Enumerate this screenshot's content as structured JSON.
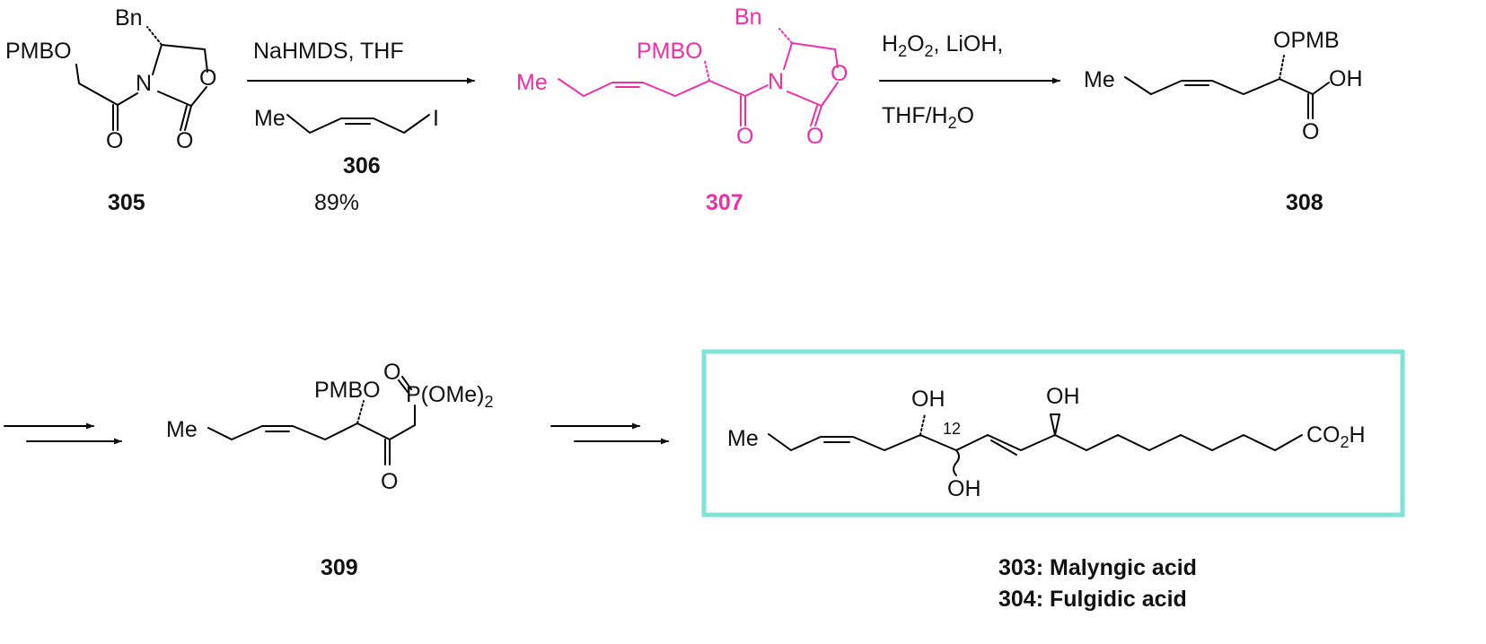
{
  "colors": {
    "highlight": "#ee2fa6",
    "box": "#7fe3d8",
    "ink": "#111111"
  },
  "compounds": {
    "c305": {
      "number": "305",
      "atoms": {
        "pmbo": "PMBO",
        "bn": "Bn",
        "n": "N",
        "o_ring": "O",
        "o_carbonyl1": "O",
        "o_carbonyl2": "O"
      }
    },
    "c306": {
      "number": "306",
      "atoms": {
        "me": "Me",
        "i": "I"
      }
    },
    "c307": {
      "number": "307",
      "atoms": {
        "me": "Me",
        "pmbo": "PMBO",
        "bn": "Bn",
        "n": "N",
        "o_ring": "O",
        "o_carbonyl1": "O",
        "o_carbonyl2": "O"
      }
    },
    "c308": {
      "number": "308",
      "atoms": {
        "me": "Me",
        "opmb": "OPMB",
        "oh": "OH",
        "o_carbonyl": "O"
      }
    },
    "c309": {
      "number": "309",
      "atoms": {
        "me": "Me",
        "pmbo": "PMBO",
        "o_p": "O",
        "p_group": "P(OMe)",
        "p_sub": "2",
        "o_carbonyl": "O"
      }
    },
    "c303_304": {
      "atoms": {
        "me": "Me",
        "oh1": "OH",
        "oh2": "OH",
        "oh3": "OH",
        "locant": "12",
        "co2h": "CO",
        "co2h_sub": "2",
        "co2h_h": "H"
      },
      "names": [
        {
          "number": "303",
          "name": "Malyngic acid"
        },
        {
          "number": "304",
          "name": "Fulgidic acid"
        }
      ]
    }
  },
  "reactions": {
    "step1": {
      "reagent": "NaHMDS, THF",
      "yield": "89%"
    },
    "step2": {
      "line1": {
        "a": "H",
        "a_sub": "2",
        "b": "O",
        "b_sub": "2",
        "c": ", LiOH,"
      },
      "line2": {
        "a": "THF/H",
        "a_sub": "2",
        "b": "O"
      }
    }
  },
  "name_separator": ": "
}
